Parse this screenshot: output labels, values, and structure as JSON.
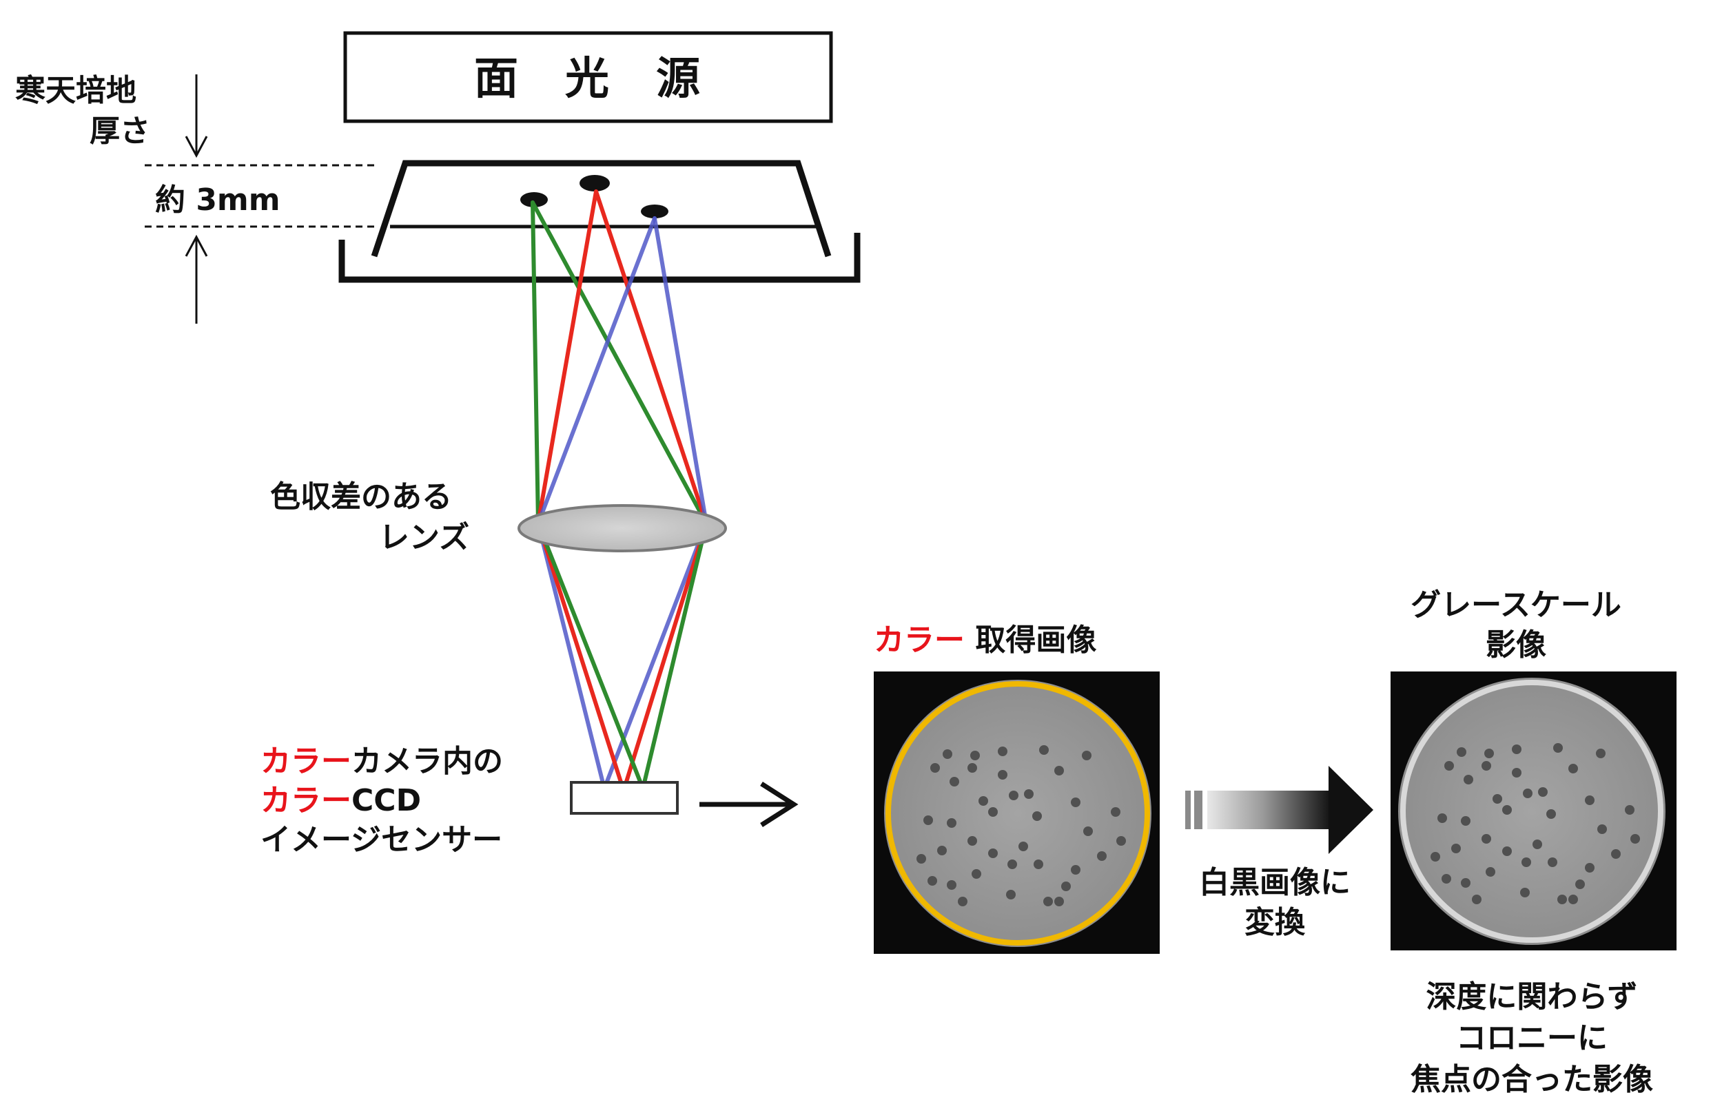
{
  "light_source": {
    "label": "面　光　源"
  },
  "agar": {
    "label_line1": "寒天培地",
    "label_line2": "厚さ",
    "thickness": "約 3mm"
  },
  "lens": {
    "label_line1": "色収差のある",
    "label_line2": "レンズ"
  },
  "sensor": {
    "line1_red": "カラー",
    "line1_rest": "カメラ内の",
    "line2_red": "カラー",
    "line2_rest": "CCD",
    "line3": "イメージセンサー"
  },
  "color_image": {
    "label_red": "カラー",
    "label_rest": " 取得画像"
  },
  "conversion": {
    "line1": "白黒画像に",
    "line2": "変換"
  },
  "gray_image": {
    "title_line1": "グレースケール",
    "title_line2": "影像"
  },
  "caption": {
    "line1": "深度に関わらず",
    "line2": "コロニーに",
    "line3": "焦点の合った影像"
  },
  "colors": {
    "ray_green": "#2e8b2e",
    "ray_red": "#e8281e",
    "ray_blue": "#5058c8",
    "label_red": "#e8141b",
    "petri_ring": "#f0b800"
  }
}
